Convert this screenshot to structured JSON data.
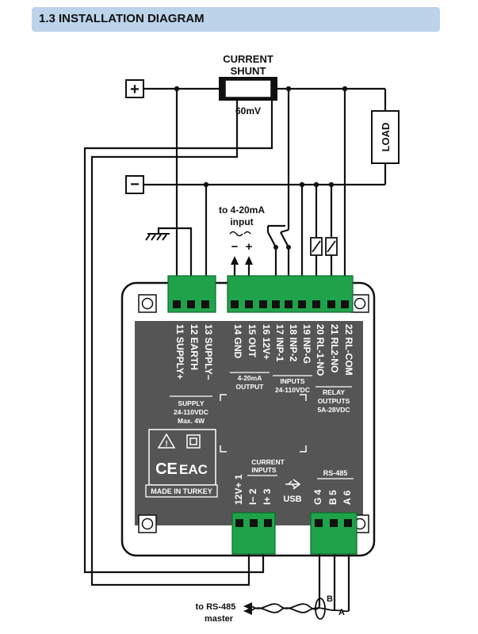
{
  "section": {
    "title": "1.3 INSTALLATION DIAGRAM"
  },
  "shunt": {
    "line1": "CURRENT",
    "line2": "SHUNT",
    "value": "60mV"
  },
  "polarity": {
    "plus": "+",
    "minus": "−"
  },
  "load": {
    "label": "LOAD"
  },
  "analog_input": {
    "line1": "to 4-20mA",
    "line2": "input",
    "minus": "−",
    "plus": "+"
  },
  "terminals_top": [
    "11 SUPPLY+",
    "12 EARTH",
    "13 SUPPLY−",
    "14 GND",
    "15 OUT",
    "16 12V+",
    "17 INP-1",
    "18 INP-2",
    "19 INP-G",
    "20 RL-1-NO",
    "21 RL2-NO",
    "22 RL-COM"
  ],
  "groups": {
    "supply": {
      "line1": "SUPPLY",
      "line2": "24-110VDC",
      "line3": "Max. 4W"
    },
    "output": {
      "line1": "4-20mA",
      "line2": "OUTPUT"
    },
    "inputs": {
      "line1": "INPUTS",
      "line2": "24-110VDC"
    },
    "relay": {
      "line1": "RELAY",
      "line2": "OUTPUTS",
      "line3": "5A-28VDC"
    }
  },
  "certification": {
    "ce": "CE",
    "eac": "EAC",
    "made_in": "MADE IN TURKEY"
  },
  "current_inputs": {
    "title_line1": "CURRENT",
    "title_line2": "INPUTS",
    "terminals": [
      "12V+ 1",
      "I− 2",
      "I+ 3"
    ]
  },
  "usb": {
    "label": "USB"
  },
  "rs485": {
    "title": "RS-485",
    "terminals": [
      "G 4",
      "B 5",
      "A 6"
    ],
    "wire_b": "B",
    "wire_a": "A",
    "to_line1": "to RS-485",
    "to_line2": "master"
  }
}
